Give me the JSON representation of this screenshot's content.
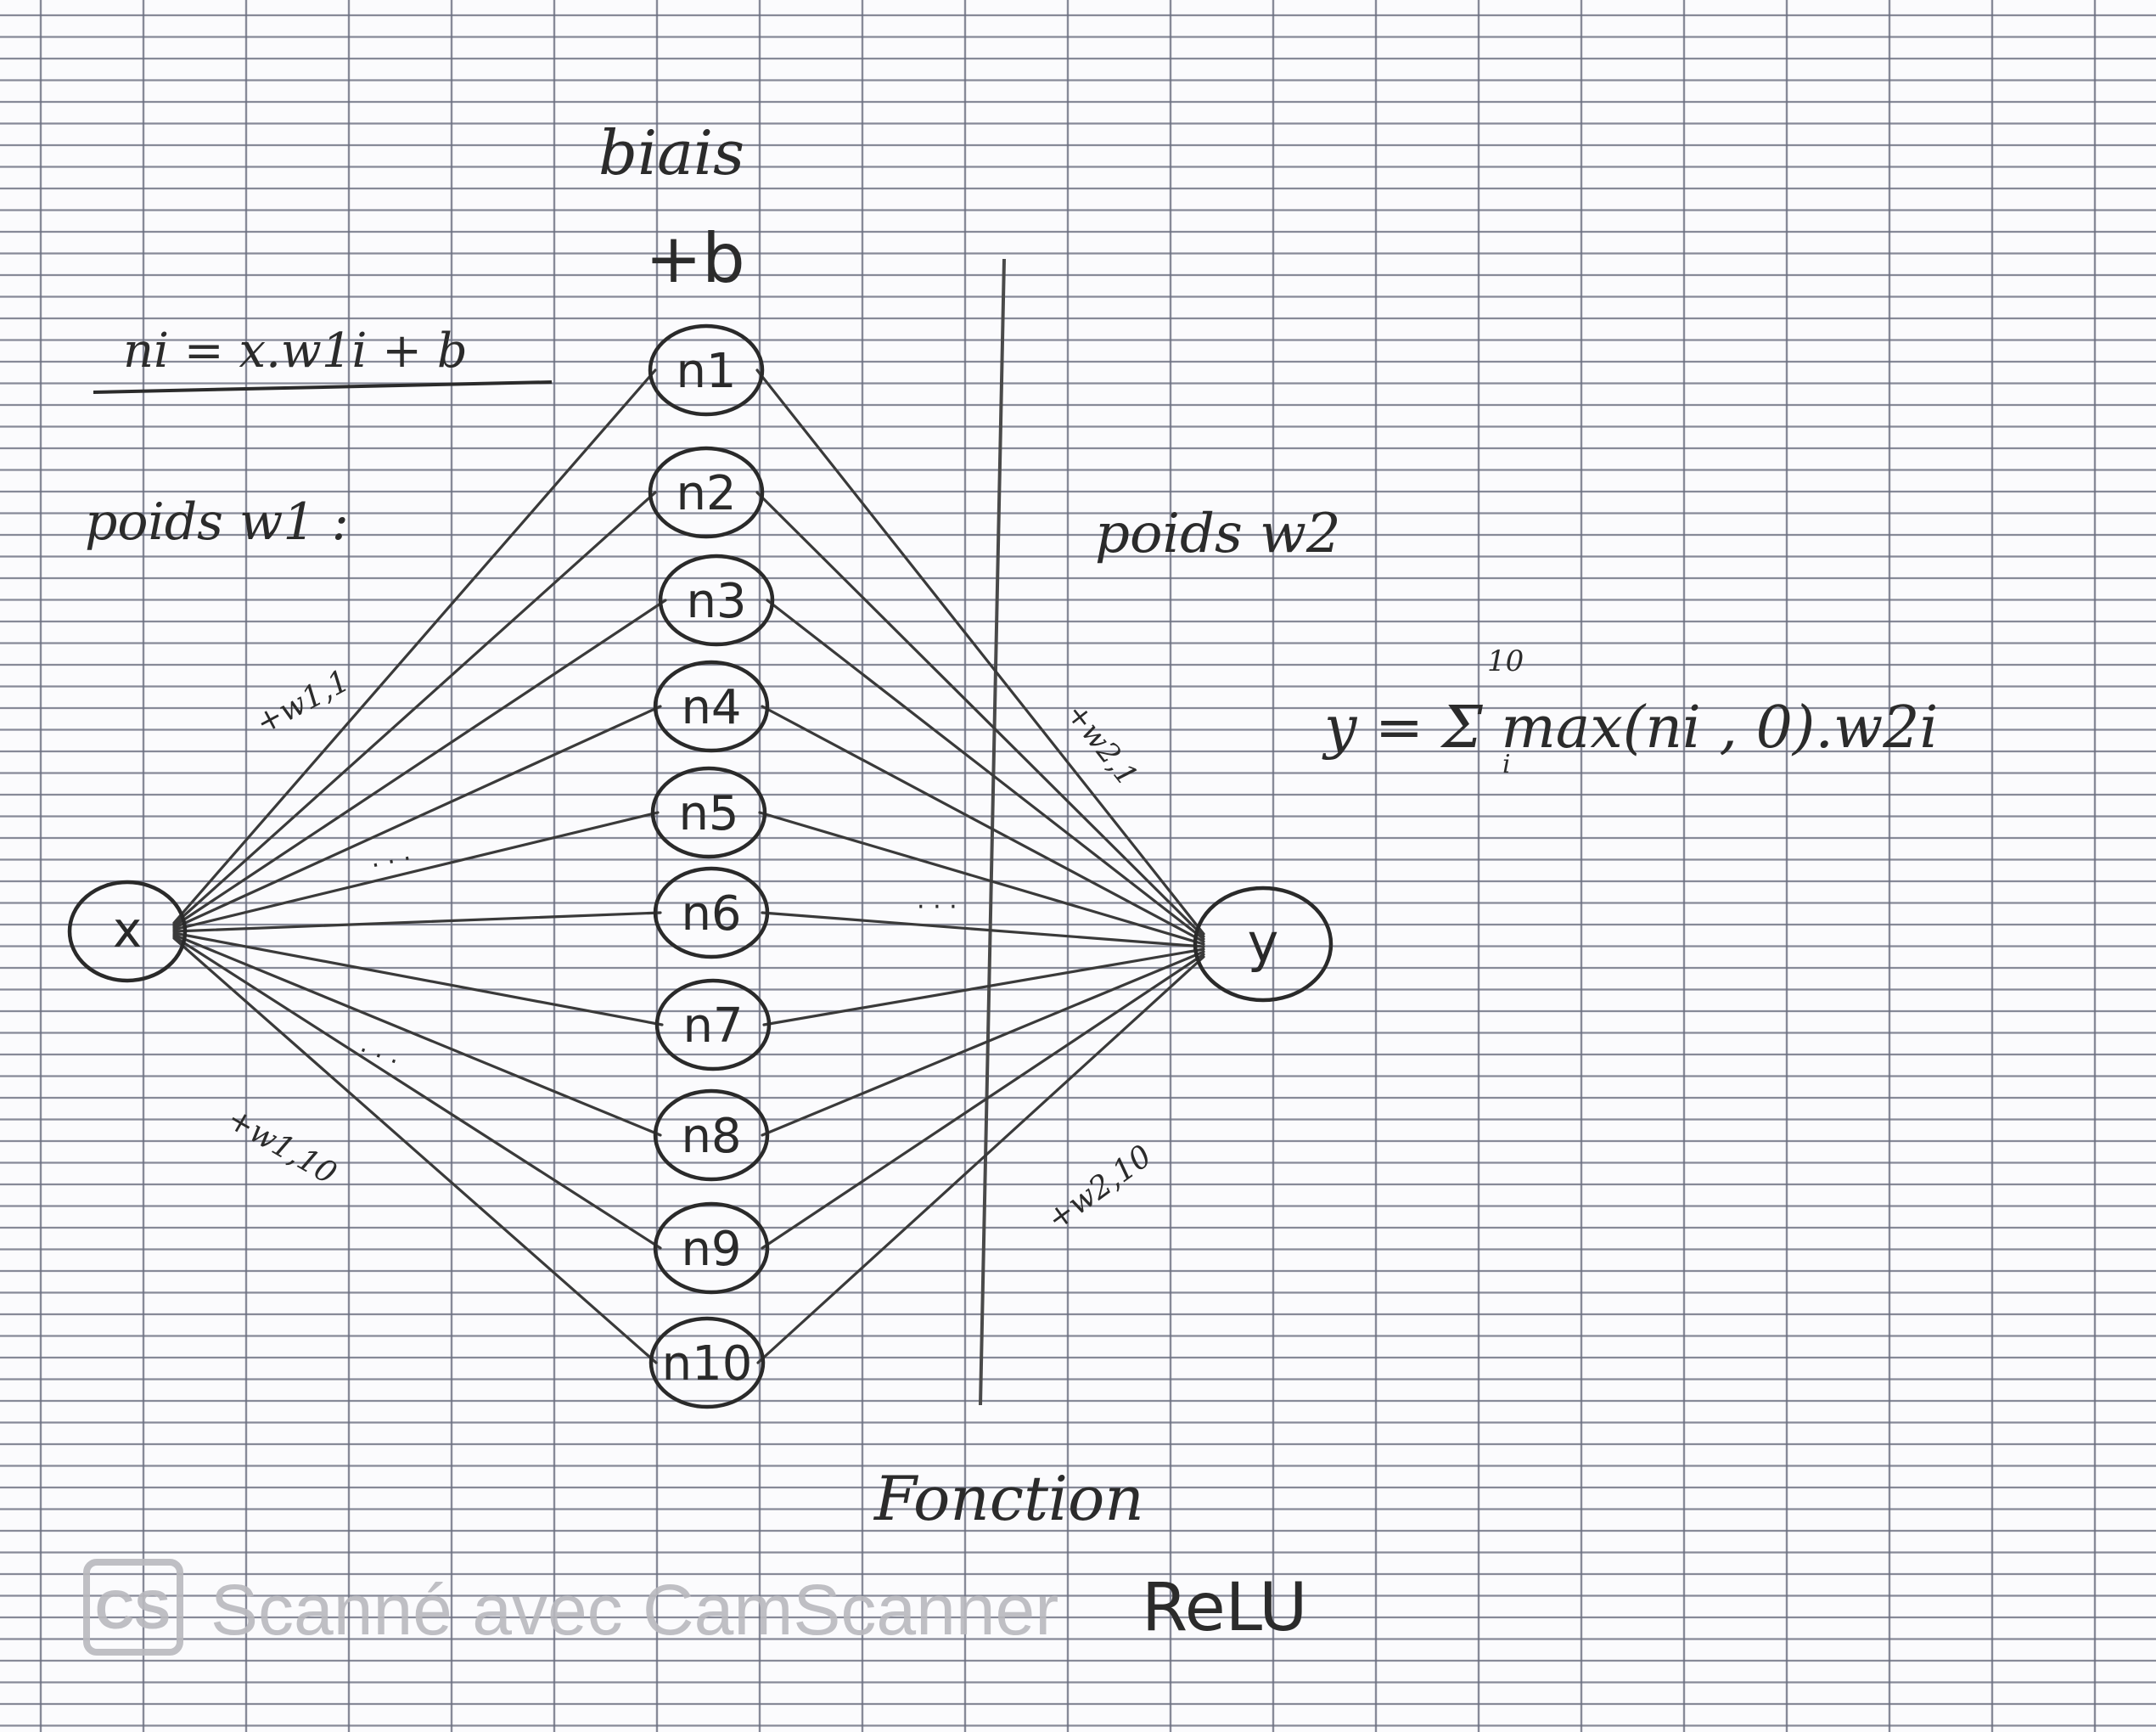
{
  "diagram": {
    "input_node": "x",
    "hidden_nodes": [
      "n1",
      "n2",
      "n3",
      "n4",
      "n5",
      "n6",
      "n7",
      "n8",
      "n9",
      "n10"
    ],
    "output_node": "y",
    "bias_label": "biais",
    "bias_term": "+b",
    "neuron_formula": "ni = x.w1i + b",
    "weights_1_label": "poids w1 :",
    "weights_2_label": "poids w2",
    "output_formula": "y = Σ max(ni , 0).w2i",
    "sum_upper": "10",
    "sum_lower": "i",
    "edge_label_w1_first": "+w1,1",
    "edge_label_w1_last": "+w1,10",
    "edge_label_w2_first": "+w2,1",
    "edge_label_w2_last": "+w2,10",
    "ellipsis": "· · ·",
    "activation_label_line1": "Fonction",
    "activation_label_line2": "ReLU"
  },
  "watermark": {
    "logo_text": "CS",
    "text": "Scanné avec CamScanner"
  },
  "colors": {
    "paper": "#fbfbfd",
    "grid": "#6b6e80",
    "ink": "#2b2b2b",
    "watermark": "#b9b9be"
  }
}
